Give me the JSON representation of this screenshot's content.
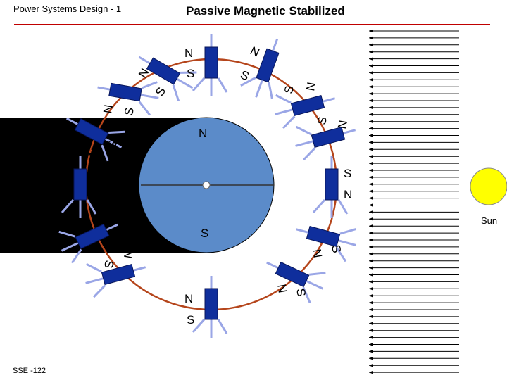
{
  "header": {
    "course": "Power Systems Design - 1",
    "title": "Passive Magnetic Stabilized"
  },
  "footer": {
    "code": "SSE -122"
  },
  "sun": {
    "label": "Sun"
  },
  "poles": {
    "n_label": "N",
    "s_label": "S"
  },
  "colors": {
    "accent_rule": "#c00000",
    "earth": "#5b8bc9",
    "shadow": "#000000",
    "orbit": "#b5451b",
    "magnet": "#0f2e9c",
    "antenna": "#9aa6e6",
    "sun": "#ffff00",
    "sun_rays": "#000000"
  }
}
